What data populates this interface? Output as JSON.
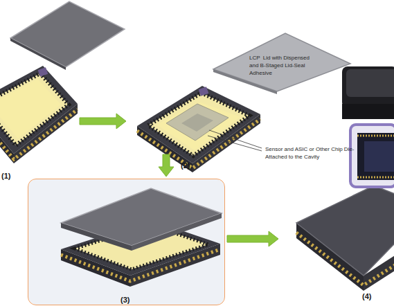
{
  "diagram": {
    "nodes": [
      {
        "text": [
          "(1)"
        ]
      },
      {
        "text": [
          "(2)"
        ]
      },
      {
        "text": [
          "(3)"
        ]
      },
      {
        "text": [
          "(4)"
        ]
      }
    ],
    "edges": [
      {
        "from": 0,
        "to": 1,
        "arrow": "to"
      },
      {
        "from": 1,
        "to": 2,
        "arrow": "to"
      },
      {
        "from": 2,
        "to": 3,
        "arrow": "to"
      }
    ],
    "labels": [
      "LCP  Lid with Dispensed and B-Staged Lid-Seal Adhesive",
      "Sensor and ASIC or Other Chip Die-Attached to the Cavity"
    ]
  }
}
